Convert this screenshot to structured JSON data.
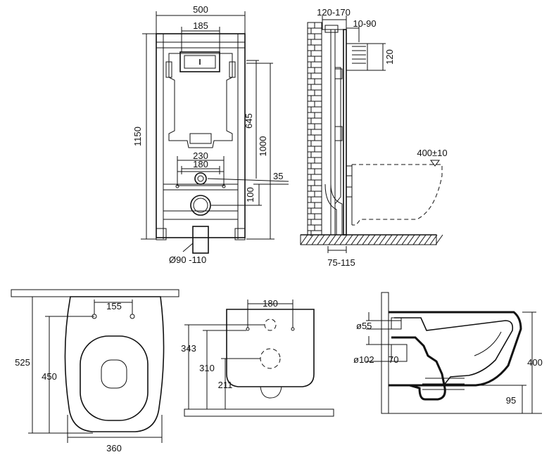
{
  "frame_front": {
    "dim_width": "500",
    "dim_button_width": "185",
    "dim_height_total": "1150",
    "dim_button_height": "645",
    "dim_drain_height": "1000",
    "dim_mount_width": "230",
    "dim_mount_inner": "180",
    "dim_inlet": "35",
    "dim_outlet": "100",
    "dim_pipe": "Ø90 -110"
  },
  "frame_side": {
    "dim_depth": "120-170",
    "dim_plate_offset": "10-90",
    "dim_plate_height": "120",
    "dim_bowl_length": "400±10",
    "dim_floor_offset": "75-115"
  },
  "bowl_top": {
    "dim_holes": "155",
    "dim_length_total": "525",
    "dim_length_inner": "450",
    "dim_width": "360"
  },
  "bowl_back": {
    "dim_holes": "180",
    "dim_height_343": "343",
    "dim_height_310": "310",
    "dim_height_211": "211"
  },
  "bowl_section": {
    "dim_inlet_dia": "ø55",
    "dim_outlet_dia": "ø102",
    "dim_outlet_depth": "70",
    "dim_height": "400",
    "dim_floor": "95"
  }
}
